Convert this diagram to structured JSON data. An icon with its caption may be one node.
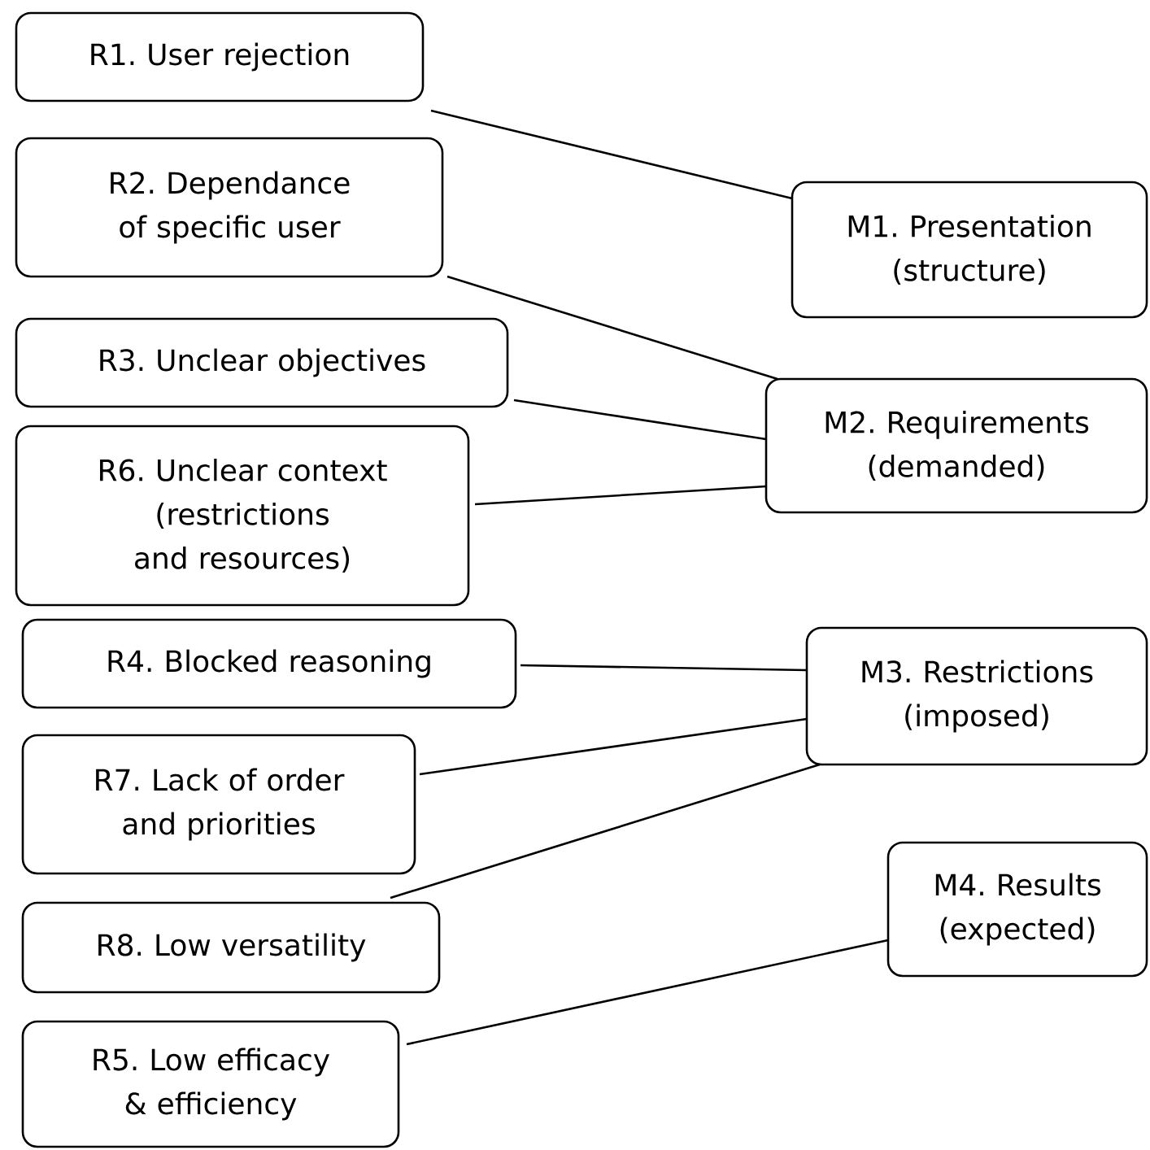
{
  "diagram": {
    "nodes": [
      {
        "text": [
          "R1. User rejection"
        ]
      },
      {
        "text": [
          "R2. Dependance of specific user"
        ]
      },
      {
        "text": [
          "M1. Presentation (structure)"
        ]
      },
      {
        "text": [
          "R3. Unclear objectives"
        ]
      },
      {
        "text": [
          "M2. Requirements (demanded)"
        ]
      },
      {
        "text": [
          "R6. Unclear context (restrictions and resources)"
        ]
      },
      {
        "text": [
          "R4. Blocked reasoning"
        ]
      },
      {
        "text": [
          "M3. Restrictions (imposed)"
        ]
      },
      {
        "text": [
          "R7. Lack of order and priorities"
        ]
      },
      {
        "text": [
          "M4. Results (expected)"
        ]
      },
      {
        "text": [
          "R8. Low versatility"
        ]
      },
      {
        "text": [
          "R5. Low efficacy & efficiency"
        ]
      }
    ],
    "edges": [
      {
        "from": 0,
        "to": 2,
        "arrow": "none"
      },
      {
        "from": 1,
        "to": 4,
        "arrow": "none"
      },
      {
        "from": 3,
        "to": 4,
        "arrow": "none"
      },
      {
        "from": 5,
        "to": 4,
        "arrow": "none"
      },
      {
        "from": 6,
        "to": 7,
        "arrow": "none"
      },
      {
        "from": 8,
        "to": 7,
        "arrow": "none"
      },
      {
        "from": 10,
        "to": 7,
        "arrow": "none"
      },
      {
        "from": 11,
        "to": 9,
        "arrow": "none"
      }
    ]
  }
}
